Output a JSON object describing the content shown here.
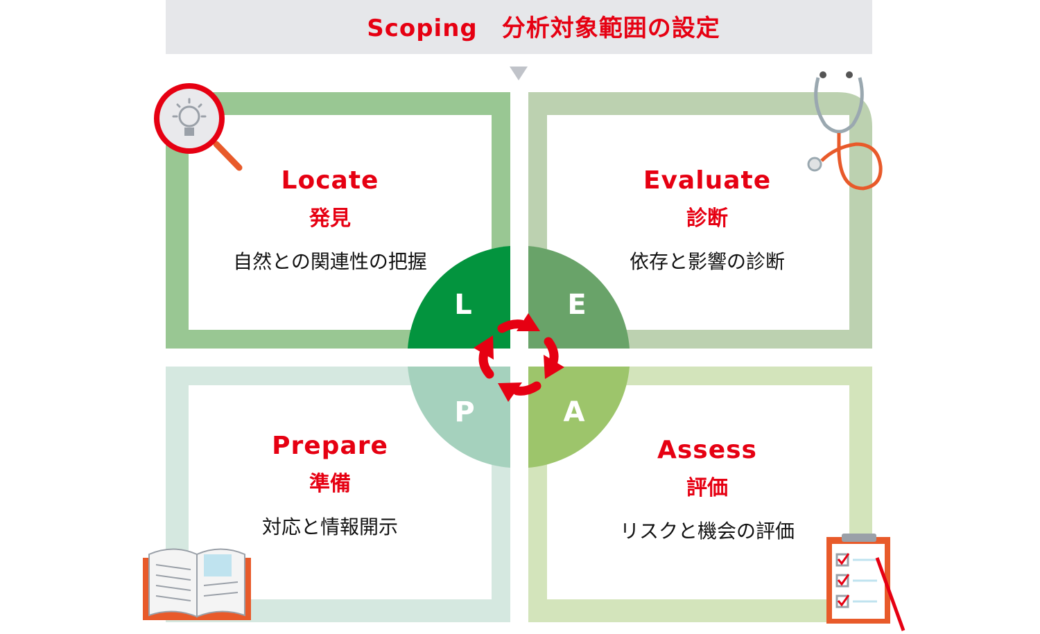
{
  "header": {
    "title": "Scoping　分析対象範囲の設定"
  },
  "colors": {
    "accent": "#e60012",
    "header_bg": "#e6e7ea"
  },
  "quadrants": [
    {
      "en": "Locate",
      "jp": "発見",
      "desc": "自然との関連性の把握",
      "letter": "L",
      "frame": "#99c793",
      "fill": "#03943e",
      "icon": "magnifier-lightbulb-icon"
    },
    {
      "en": "Evaluate",
      "jp": "診断",
      "desc": "依存と影響の診断",
      "letter": "E",
      "frame": "#bcd1b0",
      "fill": "#69a369",
      "icon": "stethoscope-icon"
    },
    {
      "en": "Prepare",
      "jp": "準備",
      "desc": "対応と情報開示",
      "letter": "P",
      "frame": "#d5e8e0",
      "fill": "#a5d1bd",
      "icon": "open-book-icon"
    },
    {
      "en": "Assess",
      "jp": "評価",
      "desc": "リスクと機会の評価",
      "letter": "A",
      "frame": "#d3e4bb",
      "fill": "#9dc56b",
      "icon": "clipboard-checklist-icon"
    }
  ]
}
